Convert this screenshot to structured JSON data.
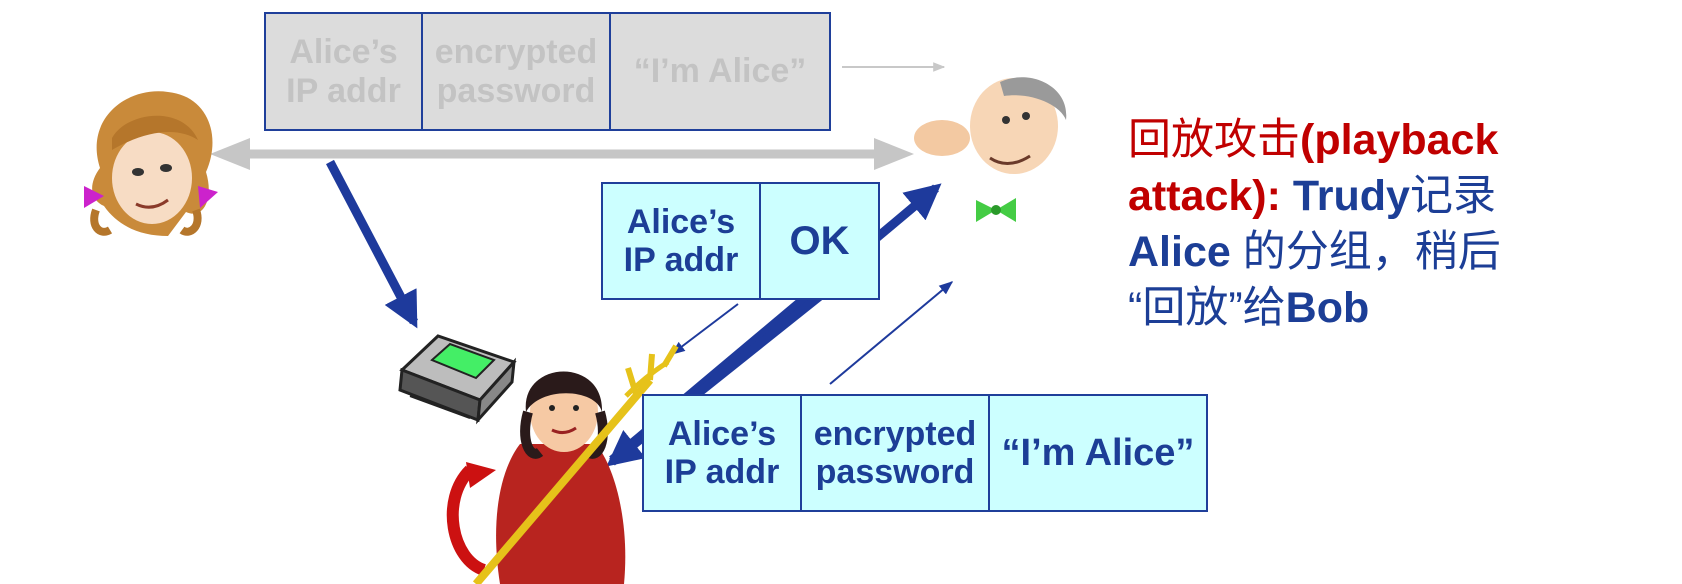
{
  "packets": {
    "ghost": [
      "Alice’s\nIP addr",
      "encrypted\npassword",
      "“I’m Alice”"
    ],
    "reply": [
      "Alice’s\nIP addr",
      "OK"
    ],
    "replay": [
      "Alice’s\nIP addr",
      "encrypted\npassword",
      "“I’m Alice”"
    ]
  },
  "caption": {
    "title_cn": "回放攻击",
    "title_en": "(playback",
    "line2_red": "attack):",
    "line2_name": " Trudy",
    "line2_cn": "记录",
    "line3_name": "Alice",
    "line3_cn": " 的分组，稍后",
    "line4_cn1": "“回放”给",
    "line4_name": "Bob"
  },
  "colors": {
    "arrow_blue": "#1e3a9c",
    "packet_fill": "#ccffff",
    "ghost_fill": "#dcdcdc",
    "caption_red": "#c00000",
    "caption_blue": "#1c3e96"
  },
  "icons": [
    "alice-icon",
    "bob-icon",
    "trudy-icon",
    "recorder-icon"
  ]
}
